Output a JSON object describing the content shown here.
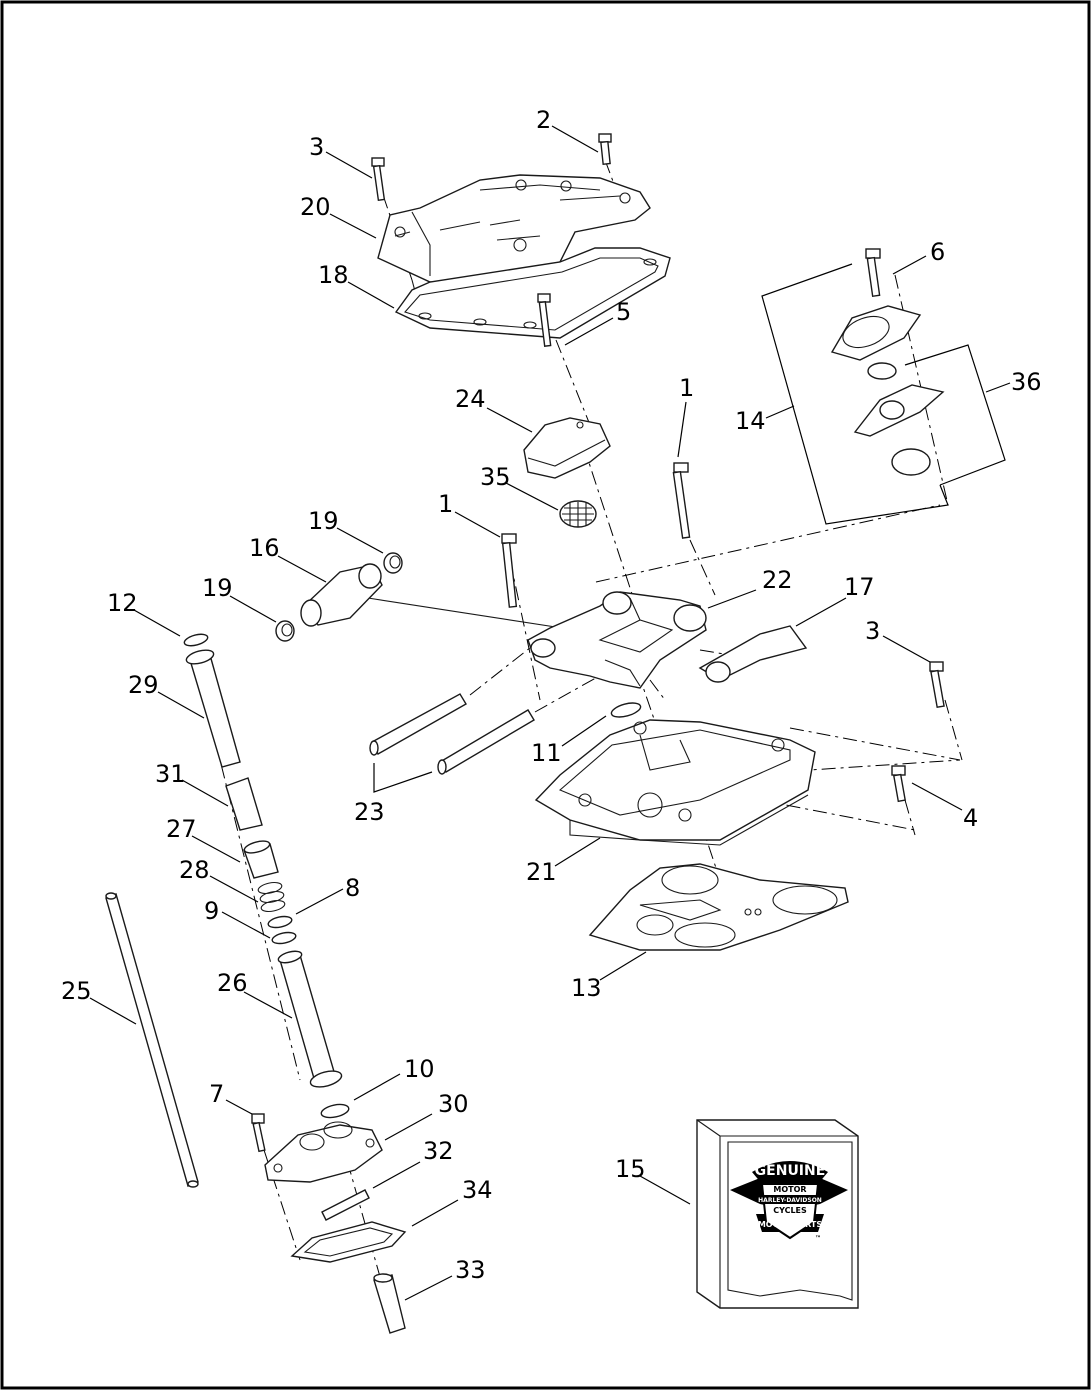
{
  "callouts": {
    "c1a": "1",
    "c1b": "1",
    "c2": "2",
    "c3a": "3",
    "c3b": "3",
    "c4": "4",
    "c5": "5",
    "c6": "6",
    "c7": "7",
    "c8": "8",
    "c9": "9",
    "c10": "10",
    "c11": "11",
    "c12": "12",
    "c13": "13",
    "c14": "14",
    "c15": "15",
    "c16": "16",
    "c17": "17",
    "c18": "18",
    "c19a": "19",
    "c19b": "19",
    "c20": "20",
    "c21": "21",
    "c22": "22",
    "c23": "23",
    "c24": "24",
    "c25": "25",
    "c26": "26",
    "c27": "27",
    "c28": "28",
    "c29": "29",
    "c30": "30",
    "c31": "31",
    "c32": "32",
    "c33": "33",
    "c34": "34",
    "c35": "35",
    "c36": "36"
  },
  "logo": {
    "word_top": "GENUINE",
    "word_bottom": "MOTOR PARTS",
    "shield_top": "MOTOR",
    "shield_mid": "HARLEY-DAVIDSON",
    "shield_bottom": "CYCLES",
    "trademark": "™"
  }
}
